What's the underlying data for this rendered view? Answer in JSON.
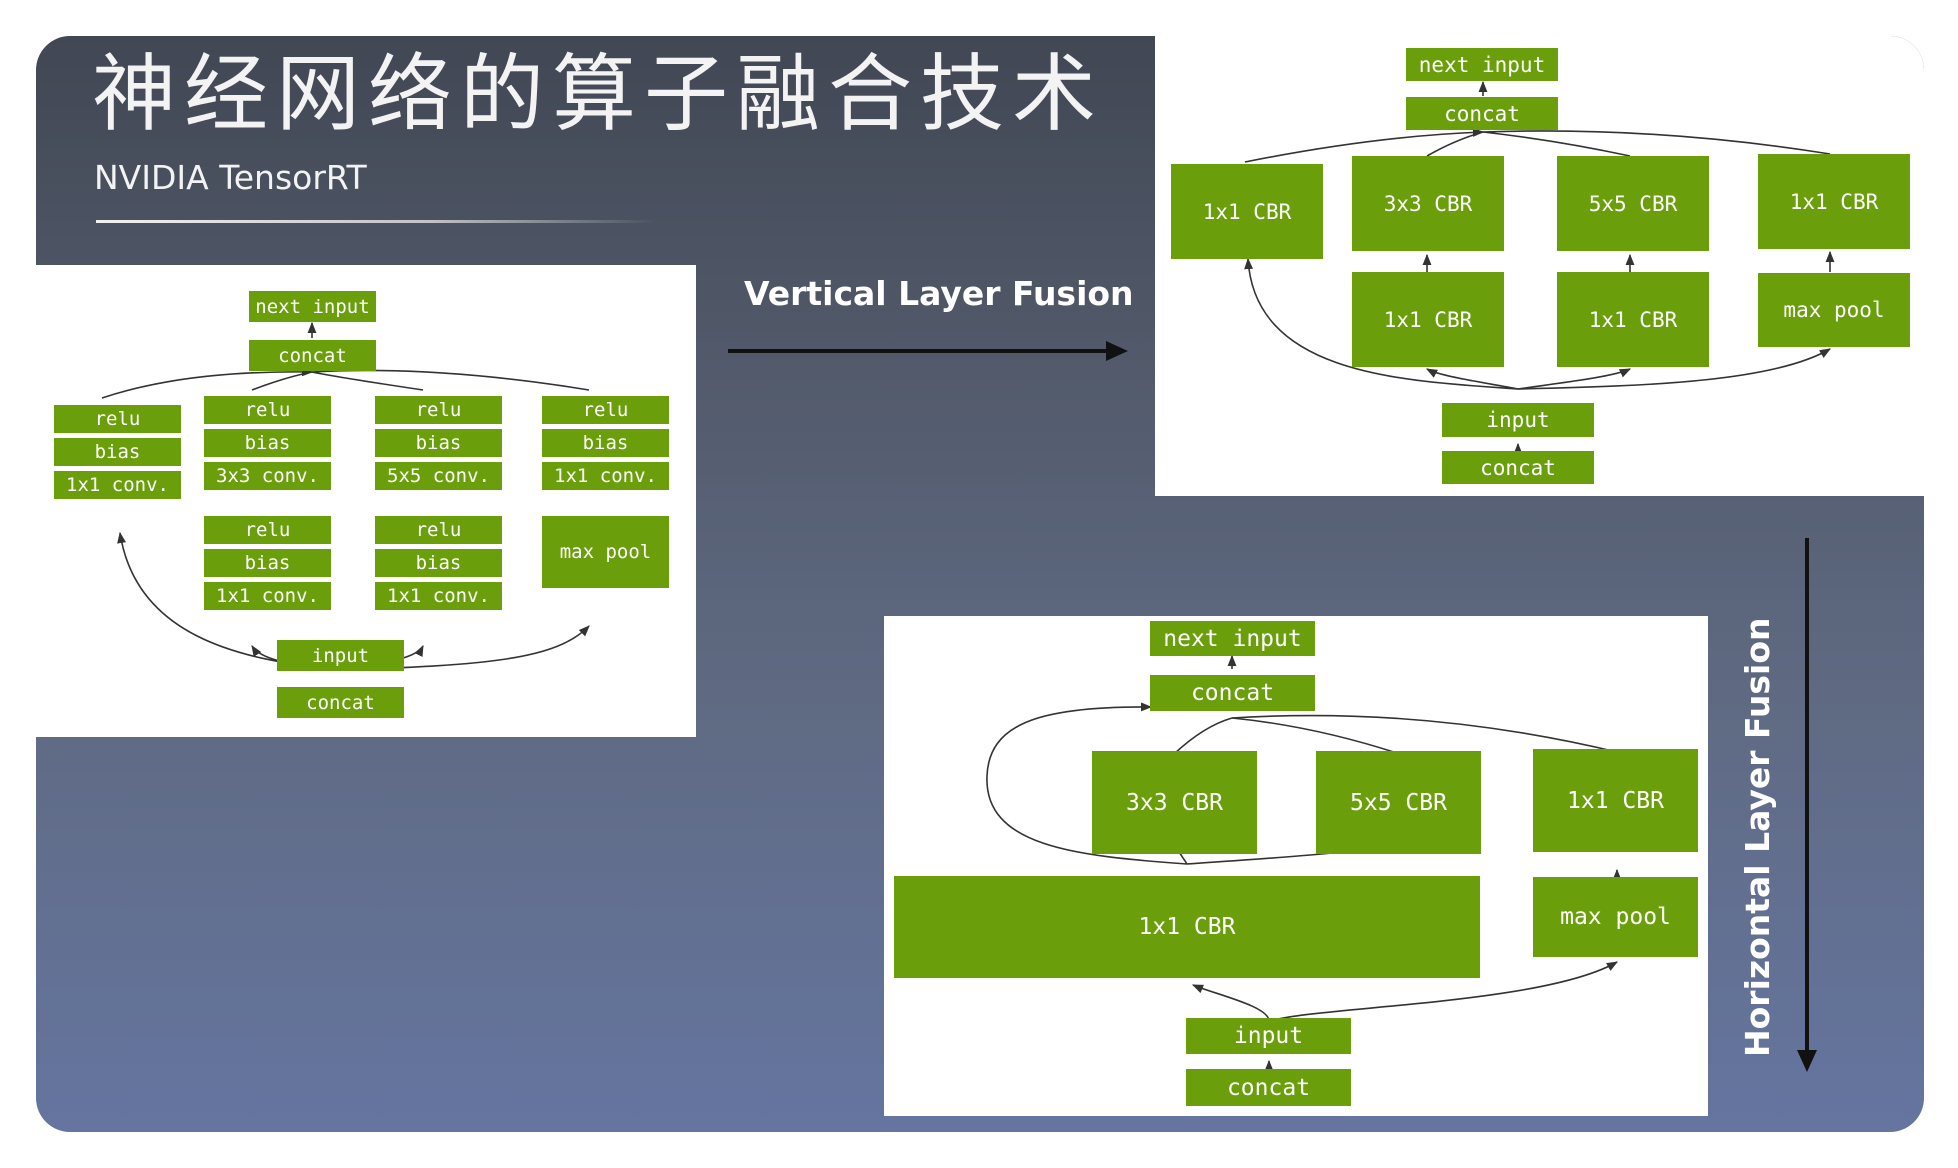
{
  "slide": {
    "title": "神经网络的算子融合技术",
    "subtitle": "NVIDIA TensorRT"
  },
  "colors": {
    "box": "#6a9f0b",
    "box_text": "#ffffff",
    "background_top": "#414753",
    "background_bottom": "#6575a0",
    "panel": "#ffffff"
  },
  "labels": {
    "vertical_fusion": "Vertical Layer Fusion",
    "horizontal_fusion": "Horizontal Layer Fusion"
  },
  "original_network": {
    "next_input": "next input",
    "concat_top": "concat",
    "branch1": [
      "relu",
      "bias",
      "1x1 conv."
    ],
    "branch2_upper": [
      "relu",
      "bias",
      "3x3 conv."
    ],
    "branch2_lower": [
      "relu",
      "bias",
      "1x1 conv."
    ],
    "branch3_upper": [
      "relu",
      "bias",
      "5x5 conv."
    ],
    "branch3_lower": [
      "relu",
      "bias",
      "1x1 conv."
    ],
    "branch4_upper": [
      "relu",
      "bias",
      "1x1 conv."
    ],
    "branch4_lower": "max pool",
    "input": "input",
    "concat_bottom": "concat"
  },
  "vertical_fused": {
    "next_input": "next input",
    "concat_top": "concat",
    "branch1": "1x1 CBR",
    "branch2_upper": "3x3 CBR",
    "branch2_lower": "1x1 CBR",
    "branch3_upper": "5x5 CBR",
    "branch3_lower": "1x1 CBR",
    "branch4_upper": "1x1 CBR",
    "branch4_lower": "max pool",
    "input": "input",
    "concat_bottom": "concat"
  },
  "horizontal_fused": {
    "next_input": "next input",
    "concat_top": "concat",
    "branch2_upper": "3x3 CBR",
    "branch3_upper": "5x5 CBR",
    "branch4_upper": "1x1 CBR",
    "merged": "1x1 CBR",
    "branch4_lower": "max pool",
    "input": "input",
    "concat_bottom": "concat"
  }
}
